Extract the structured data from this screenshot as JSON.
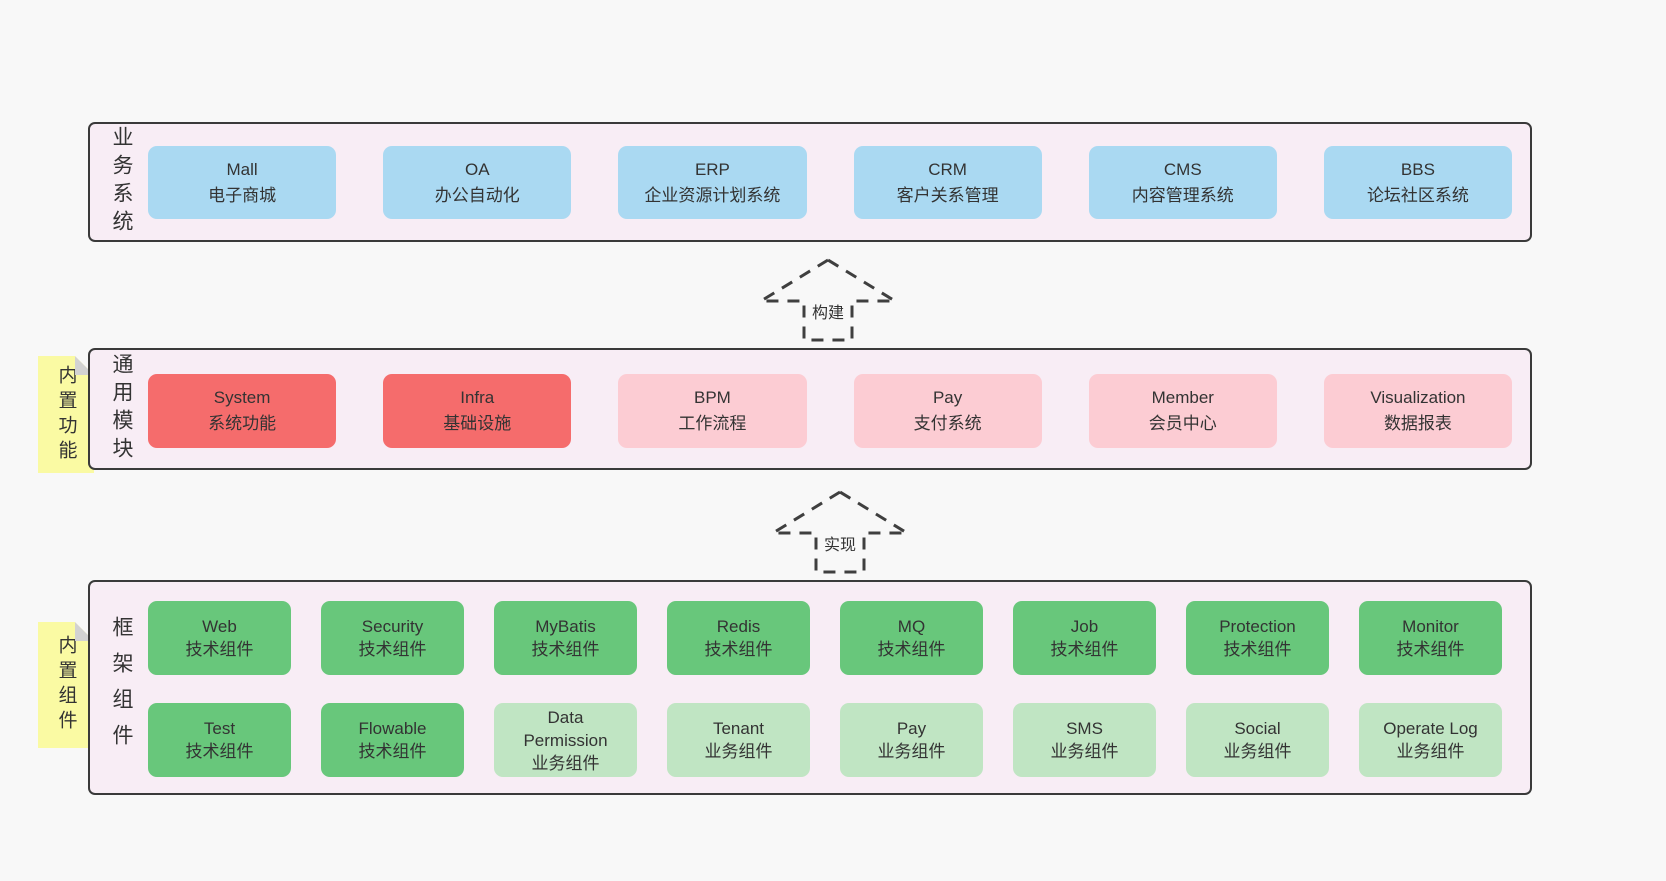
{
  "colors": {
    "page_bg": "#f8f8f8",
    "panel_bg": "#f8edf5",
    "panel_border": "#3a3a3a",
    "business_box": "#aad9f2",
    "module_core_box": "#f56c6c",
    "module_optional_box": "#fcccd3",
    "tech_component_box": "#68c77b",
    "biz_component_box": "#c0e5c3",
    "sticky_note": "#fafaa3",
    "text": "#333333"
  },
  "business": {
    "label": "业务系统",
    "boxes": [
      {
        "en": "Mall",
        "zh": "电子商城"
      },
      {
        "en": "OA",
        "zh": "办公自动化"
      },
      {
        "en": "ERP",
        "zh": "企业资源计划系统"
      },
      {
        "en": "CRM",
        "zh": "客户关系管理"
      },
      {
        "en": "CMS",
        "zh": "内容管理系统"
      },
      {
        "en": "BBS",
        "zh": "论坛社区系统"
      }
    ]
  },
  "arrows": {
    "build": "构建",
    "implement": "实现"
  },
  "modules": {
    "label": "通用模块",
    "note": "内置功能",
    "boxes": [
      {
        "en": "System",
        "zh": "系统功能"
      },
      {
        "en": "Infra",
        "zh": "基础设施"
      },
      {
        "en": "BPM",
        "zh": "工作流程"
      },
      {
        "en": "Pay",
        "zh": "支付系统"
      },
      {
        "en": "Member",
        "zh": "会员中心"
      },
      {
        "en": "Visualization",
        "zh": "数据报表"
      }
    ]
  },
  "components": {
    "label": "框架组件",
    "note": "内置组件",
    "row1": [
      {
        "en": "Web",
        "zh": "技术组件"
      },
      {
        "en": "Security",
        "zh": "技术组件"
      },
      {
        "en": "MyBatis",
        "zh": "技术组件"
      },
      {
        "en": "Redis",
        "zh": "技术组件"
      },
      {
        "en": "MQ",
        "zh": "技术组件"
      },
      {
        "en": "Job",
        "zh": "技术组件"
      },
      {
        "en": "Protection",
        "zh": "技术组件"
      },
      {
        "en": "Monitor",
        "zh": "技术组件"
      }
    ],
    "row2": [
      {
        "en": "Test",
        "zh": "技术组件"
      },
      {
        "en": "Flowable",
        "zh": "技术组件"
      },
      {
        "en": "Data Permission",
        "zh": "业务组件"
      },
      {
        "en": "Tenant",
        "zh": "业务组件"
      },
      {
        "en": "Pay",
        "zh": "业务组件"
      },
      {
        "en": "SMS",
        "zh": "业务组件"
      },
      {
        "en": "Social",
        "zh": "业务组件"
      },
      {
        "en": "Operate Log",
        "zh": "业务组件"
      }
    ]
  }
}
